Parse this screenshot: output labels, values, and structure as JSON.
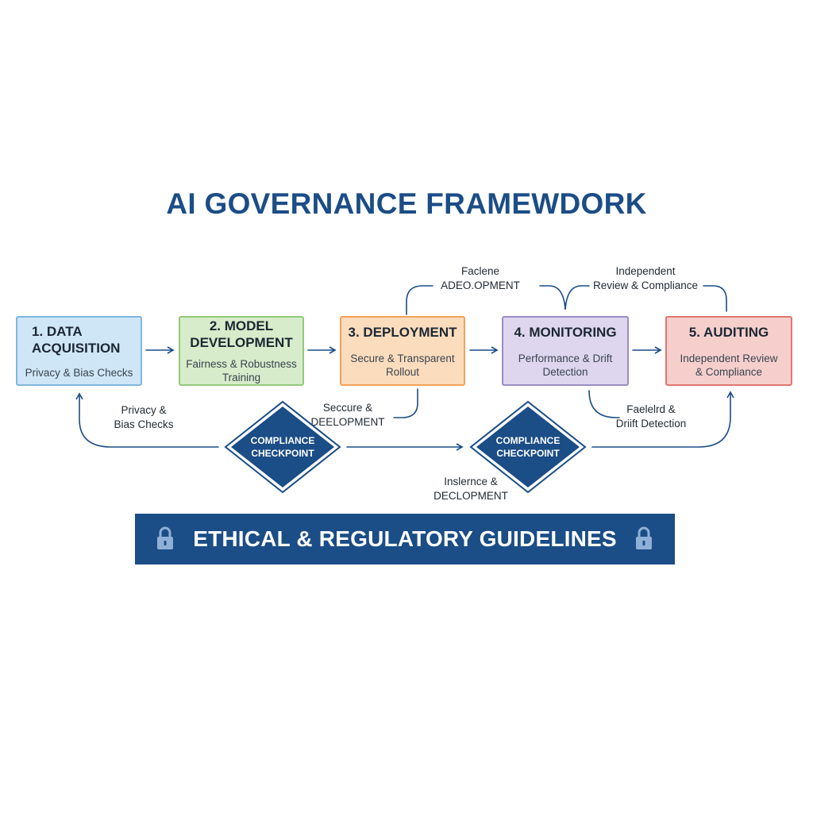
{
  "title": "AI GOVERNANCE FRAMEWDORK",
  "stages": [
    {
      "title": "1.     DATA\nACQUISITION",
      "subtitle": "Privacy & Bias Checks"
    },
    {
      "title": "2. MODEL\nDEVELOPMENT",
      "subtitle": "Fairness & Robustness\nTraining"
    },
    {
      "title": "3. DEPLOYMENT",
      "subtitle": "Secure & Transparent\nRollout"
    },
    {
      "title": "4. MONITORING",
      "subtitle": "Performance & Drift\nDetection"
    },
    {
      "title": "5. AUDITING",
      "subtitle": "Independent Review\n& Compliance"
    }
  ],
  "labels": {
    "top_left_1": "Faclene",
    "top_left_2": "ADEO.OPMENT",
    "top_right_1": "Independent",
    "top_right_2": "Review & Compliance",
    "bottom_left_1": "Privacy &",
    "bottom_left_2": "Bias Checks",
    "mid_left_1": "Seccure &",
    "mid_left_2": "DEELOPMENT",
    "mid_right_1": "Faelelrd &",
    "mid_right_2": "Driift Detection",
    "bottom_center_1": "Inslernce &",
    "bottom_center_2": "DECLOPMENT"
  },
  "checkpoints": [
    {
      "line1": "COMPLIANCE",
      "line2": "CHECKPOINT"
    },
    {
      "line1": "COMPLIANCE",
      "line2": "CHECKPOINT"
    }
  ],
  "banner": {
    "text": "ETHICAL & REGULATORY GUIDELINES"
  },
  "icons": {
    "banner_left": "lock-icon",
    "banner_right": "lock-icon"
  },
  "colors": {
    "primary": "#1b4d86",
    "stage1": "#cfe6f6",
    "stage2": "#d7ecca",
    "stage3": "#fbdcbc",
    "stage4": "#ddd6ee",
    "stage5": "#f6cfcd"
  }
}
